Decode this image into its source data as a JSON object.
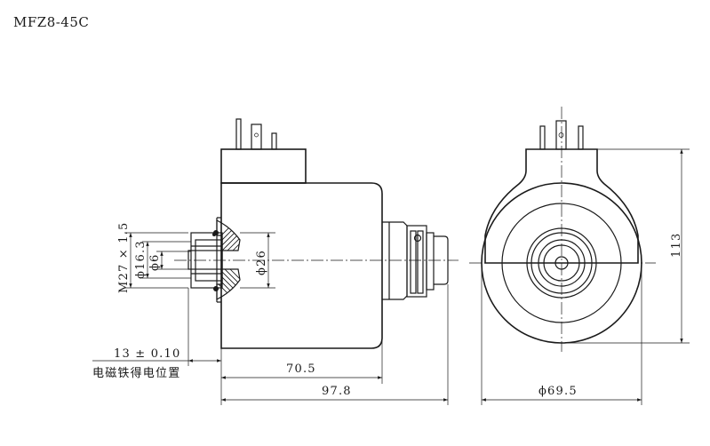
{
  "title": "MFZ8-45C",
  "dimensions": {
    "thread": "M27 × 1.5",
    "dia_16_3": "ϕ16.3",
    "dia_6": "ϕ6",
    "dia_26": "ϕ26",
    "tolerance_13": "13 ± 0.10",
    "armature_note": "电磁铁得电位置",
    "len_70_5": "70.5",
    "len_97_8": "97.8",
    "dia_69_5": "ϕ69.5",
    "height_113": "113"
  }
}
